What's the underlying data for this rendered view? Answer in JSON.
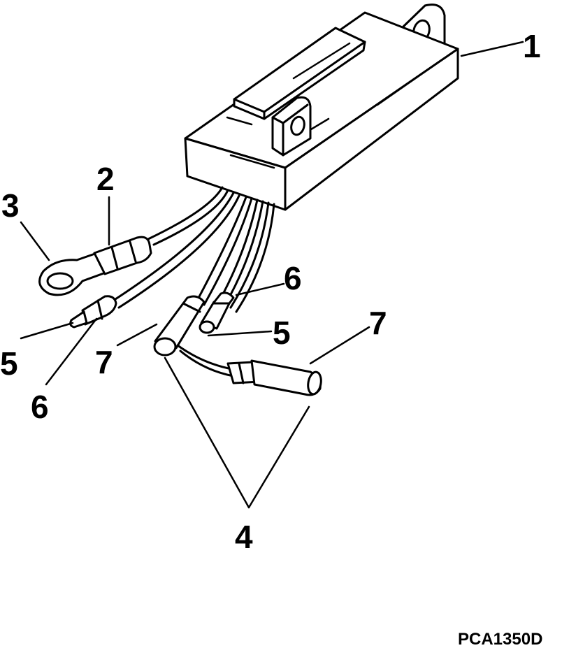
{
  "figure_code": "PCA1350D",
  "callouts": {
    "c1": "1",
    "c2": "2",
    "c3": "3",
    "c4": "4",
    "c5a": "5",
    "c5b": "5",
    "c6a": "6",
    "c6b": "6",
    "c7a": "7",
    "c7b": "7"
  },
  "colors": {
    "ink": "#000000",
    "paper": "#ffffff"
  }
}
